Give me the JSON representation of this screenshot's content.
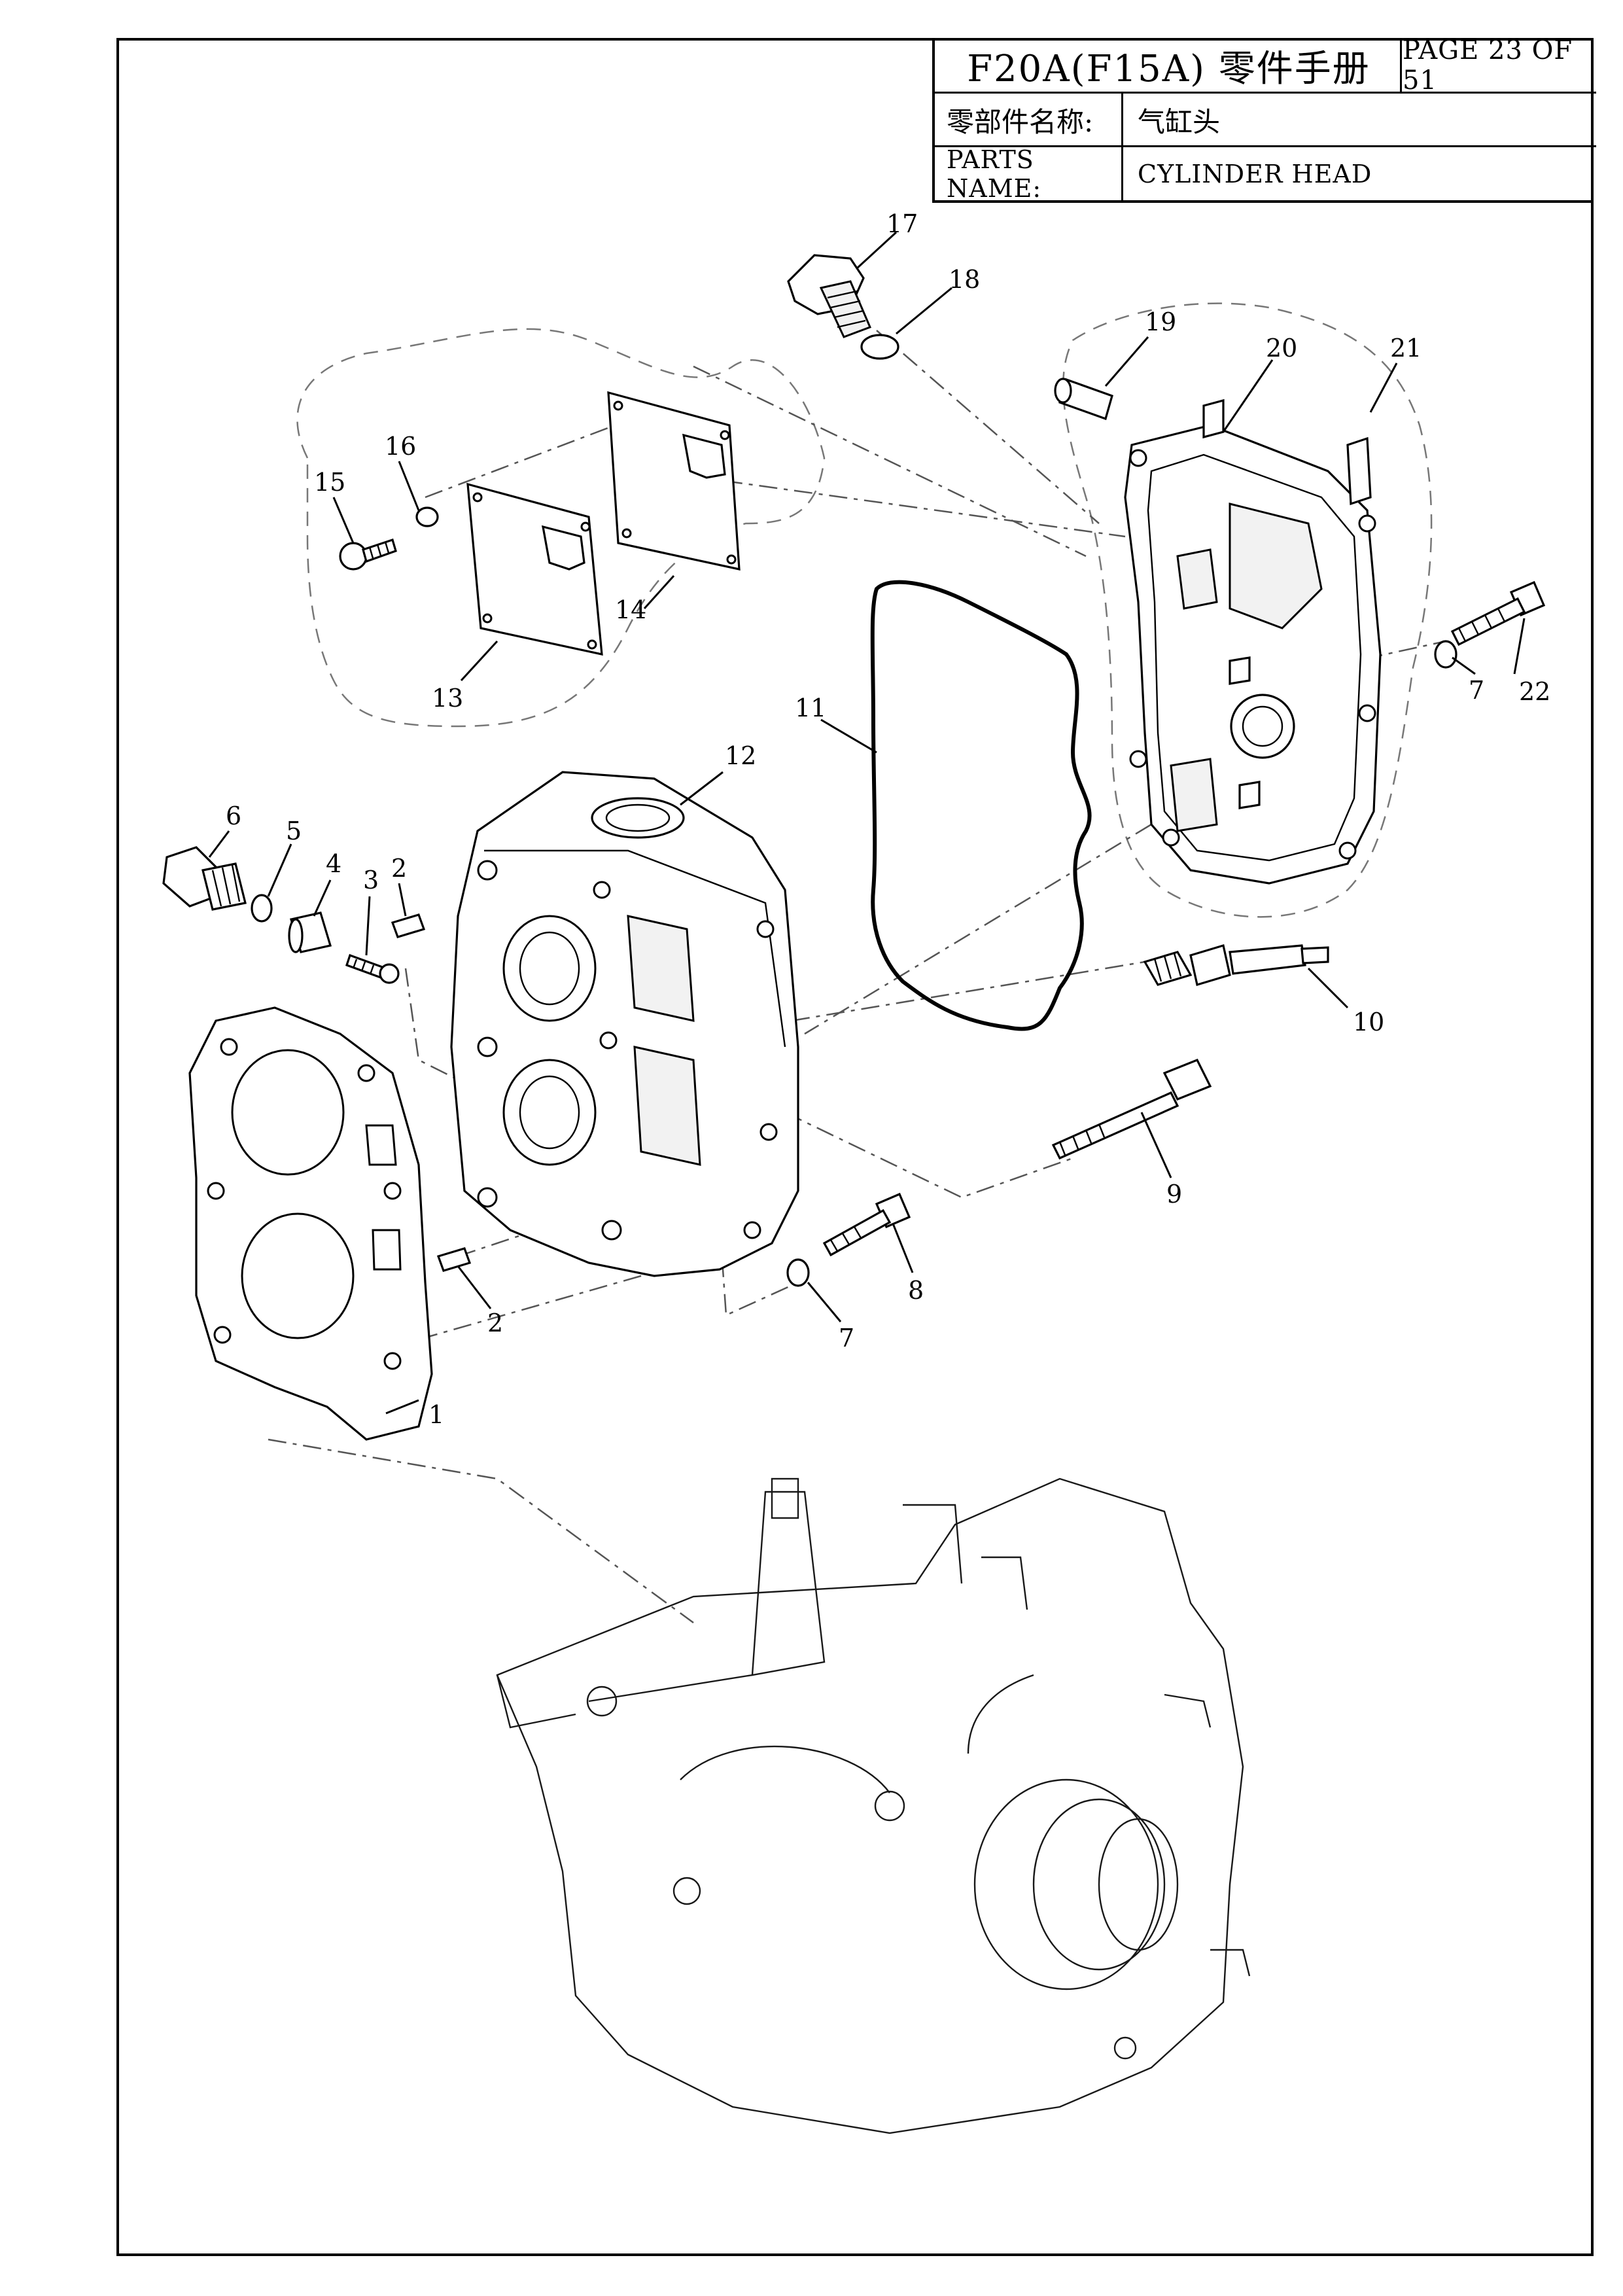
{
  "header": {
    "manual_title": "F20A(F15A) 零件手册",
    "page_indicator": "PAGE 23 OF 51",
    "parts_name_label_cn": "零部件名称:",
    "parts_name_value_cn": "气缸头",
    "parts_name_label_en": "PARTS NAME:",
    "parts_name_value_en": "CYLINDER HEAD"
  },
  "callouts": [
    {
      "id": "c1",
      "label": "1"
    },
    {
      "id": "c2a",
      "label": "2"
    },
    {
      "id": "c2b",
      "label": "2"
    },
    {
      "id": "c3",
      "label": "3"
    },
    {
      "id": "c4",
      "label": "4"
    },
    {
      "id": "c5",
      "label": "5"
    },
    {
      "id": "c6",
      "label": "6"
    },
    {
      "id": "c7a",
      "label": "7"
    },
    {
      "id": "c7b",
      "label": "7"
    },
    {
      "id": "c8",
      "label": "8"
    },
    {
      "id": "c9",
      "label": "9"
    },
    {
      "id": "c10",
      "label": "10"
    },
    {
      "id": "c11",
      "label": "11"
    },
    {
      "id": "c12",
      "label": "12"
    },
    {
      "id": "c13",
      "label": "13"
    },
    {
      "id": "c14",
      "label": "14"
    },
    {
      "id": "c15",
      "label": "15"
    },
    {
      "id": "c16",
      "label": "16"
    },
    {
      "id": "c17",
      "label": "17"
    },
    {
      "id": "c18",
      "label": "18"
    },
    {
      "id": "c19",
      "label": "19"
    },
    {
      "id": "c20",
      "label": "20"
    },
    {
      "id": "c21",
      "label": "21"
    },
    {
      "id": "c22",
      "label": "22"
    }
  ]
}
